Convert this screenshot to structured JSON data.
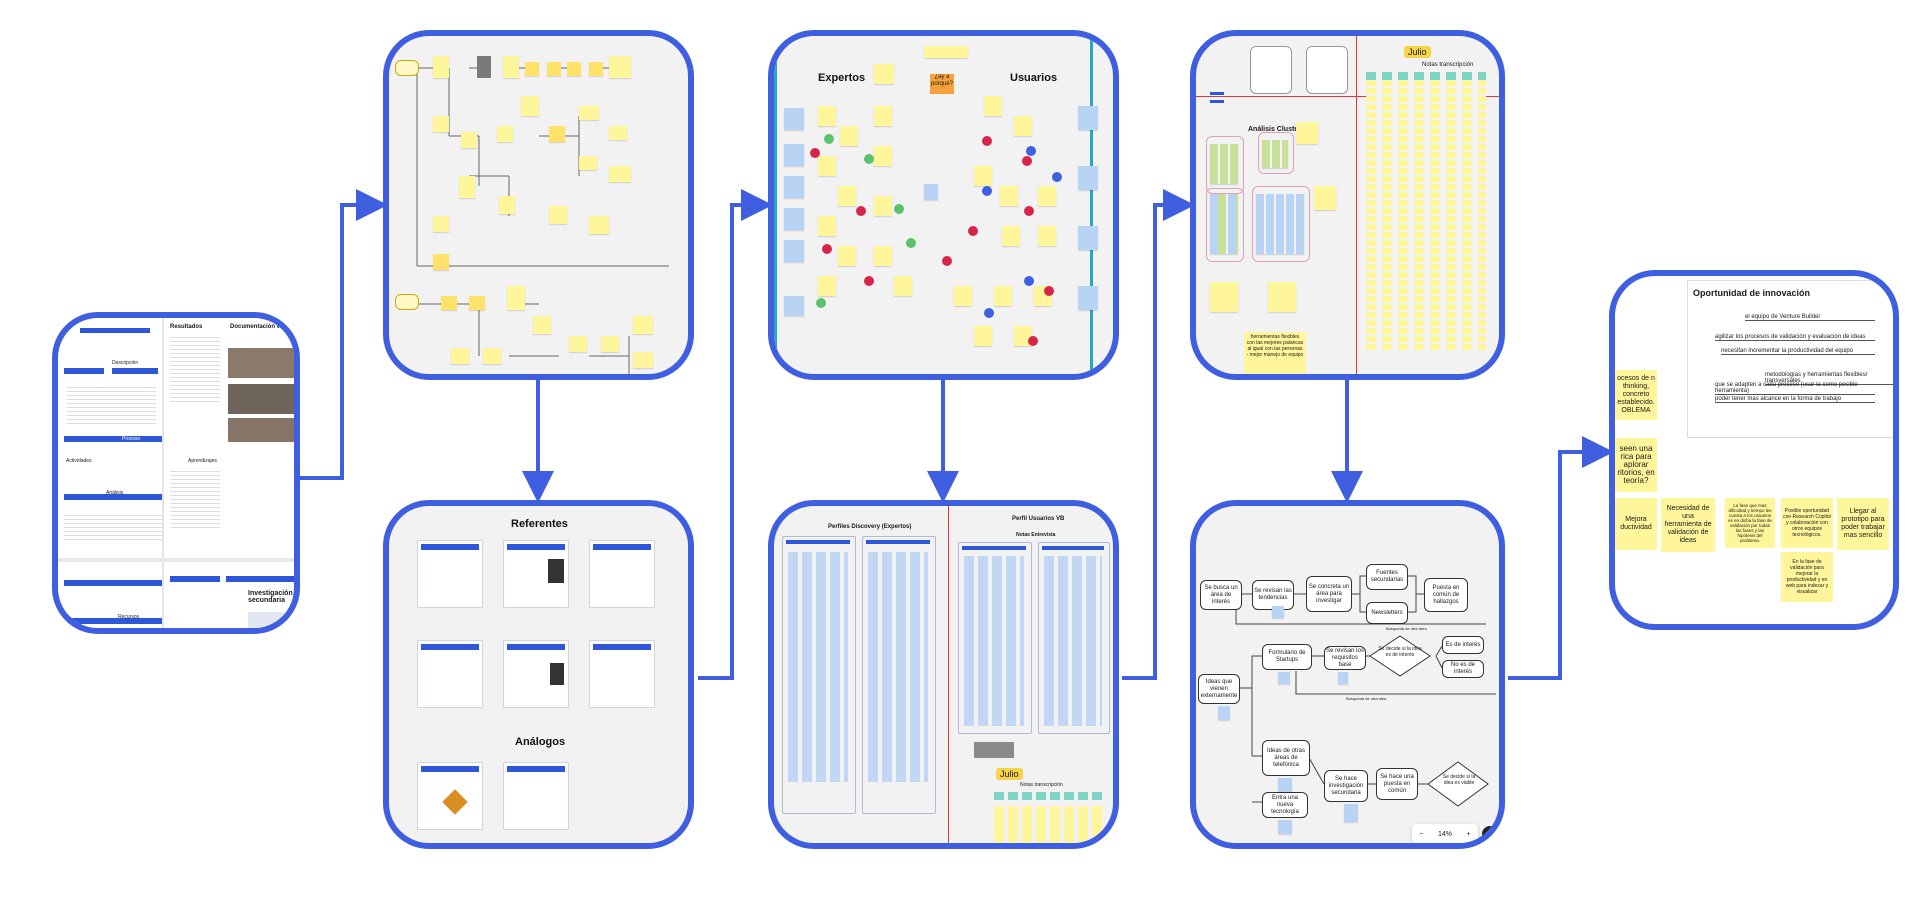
{
  "colors": {
    "frame_border": "#3f5ee0",
    "arrow": "#3f5ee0",
    "sticky_yellow": "#fff59a",
    "sticky_blue": "#b9d3f5",
    "accent_red": "#d6254a",
    "accent_green": "#5cc36a"
  },
  "panel_research": {
    "col_headers": [
      "Resultados",
      "Documentación visual"
    ],
    "section_labels": [
      "Descripción",
      "Actividades",
      "Proceso",
      "Aprendizajes",
      "Análisis",
      "Recursos"
    ],
    "secondary_title": "Investigación secundaria"
  },
  "panel_experts": {
    "title_left": "Expertos",
    "title_right": "Usuarios",
    "center_note": "¿ay a porqué?"
  },
  "panel_referents": {
    "title_top": "Referentes",
    "title_bottom": "Análogos"
  },
  "panel_profiles": {
    "title_left": "Perfiles Discovery (Expertos)",
    "title_right": "Perfil Usuarios VB",
    "subtitle_right": "Notas Entrevista",
    "user_tag": "Julio",
    "transcript_label": "Notas transcripción"
  },
  "panel_clusters": {
    "user_tag": "Julio",
    "transcript_label": "Notas transcripción",
    "cluster_title": "Análisis Cluster",
    "bottom_note": "herramientas flexibles con las mejores palancas al igual con las personas - mejor manejo de equipo"
  },
  "panel_flow": {
    "nodes": [
      "Se busca un área de interés",
      "Se revisan las tendencias",
      "Se concreta un área para investigar",
      "Fuentes secundarias",
      "Newsletters",
      "Puesta en común de hallazgos",
      "Formulario de Startups",
      "Se revisan los requisitos base",
      "Se decide si la idea es de interés",
      "Es de interés",
      "No es de interés",
      "Ideas que vienen externamente",
      "Ideas de otras áreas de telefónica",
      "Se hace investigación secundaria",
      "Se hace una puesta en común",
      "Se decide si la idea es viable",
      "Entra una nueva tecnología"
    ],
    "edge_labels": [
      "Búsqueda de otra área",
      "Búsqueda de otra idea"
    ],
    "zoom_minus": "−",
    "zoom_value": "14%",
    "zoom_plus": "+"
  },
  "panel_opportunity": {
    "title": "Oportunidad de innovación",
    "lines": [
      "el equipo de Venture Builder",
      "agilizar los procesos de validación y evaluacion de ideas",
      "necesitan incrementar la productividad del equipo",
      "metodologías y herramientas flexibles/ transversales",
      "que se adapten a cada proceso (usar ia como posible herramienta)",
      "poder tener mas alcance en la forma de trabajo"
    ],
    "left_notes": [
      "ocesos de n thinking, concreto establecido. OBLEMA",
      "seen una rica para aplorar ritorios, en teoría?",
      "Mejora ductividad"
    ],
    "bottom_notes": [
      "Necesidad de una herramienta de validación de ideas",
      "La fase que mas dificultad y tiempo les cuesta a los usuarios es en dicha la fase de validación por todas las fases y las hipótesis del problema.",
      "Posible oportunidad con Research Copilot y colaboración con otros equipos tecnológicos.",
      "Llegar al prototipo para poder trabajar mas sencillo",
      "En la fase de validación para mejorar la productividad y en web para indexar y visualizar"
    ]
  }
}
